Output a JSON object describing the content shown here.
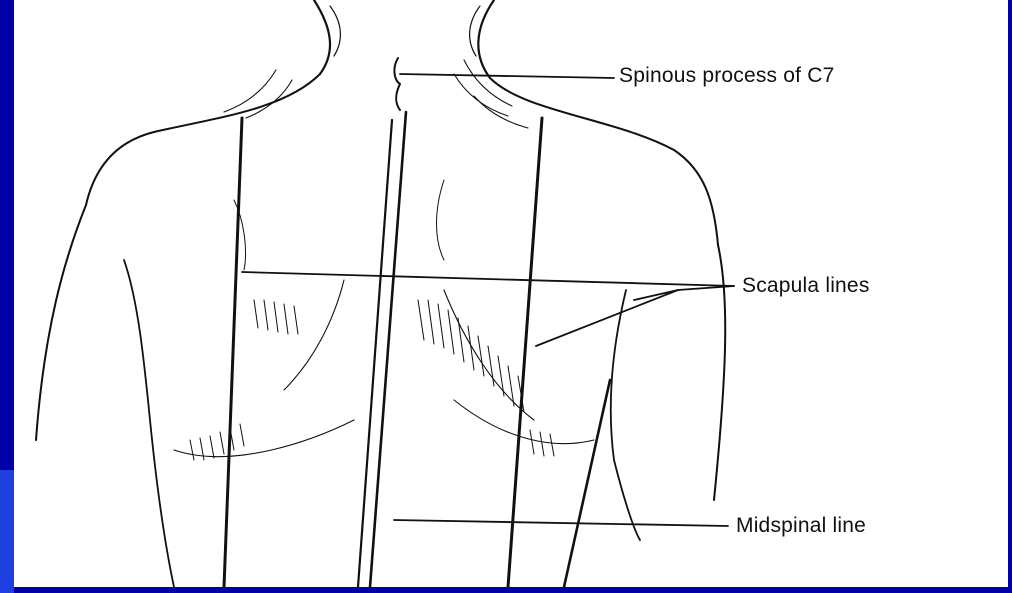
{
  "slide": {
    "background_color": "#0000a8",
    "edge_accent_color": "#1f3fe0",
    "figure_background": "#ffffff"
  },
  "diagram": {
    "labels": {
      "c7": "Spinous process of C7",
      "scapula": "Scapula lines",
      "midspinal": "Midspinal line"
    },
    "line_color": "#111111"
  }
}
